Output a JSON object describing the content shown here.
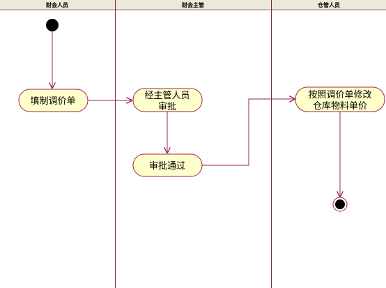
{
  "diagram": {
    "type": "uml-activity-swimlane",
    "colors": {
      "background": "#ffffff",
      "header_fill": "#ece9d8",
      "lane_border": "#7a1f3d",
      "flow_line": "#a0204f",
      "node_fill": "#ffffcc",
      "node_border": "#a0204f",
      "terminal": "#000000"
    },
    "lanes": [
      {
        "id": "finance-staff",
        "title": "财会人员"
      },
      {
        "id": "finance-supervisor",
        "title": "财会主管"
      },
      {
        "id": "warehouse-staff",
        "title": "仓管人员"
      }
    ],
    "nodes": [
      {
        "id": "start",
        "kind": "initial"
      },
      {
        "id": "fill-adjust-form",
        "kind": "activity",
        "lines": [
          "填制调价单"
        ]
      },
      {
        "id": "supervisor-approve",
        "kind": "activity",
        "lines": [
          "经主管人员",
          "审批"
        ]
      },
      {
        "id": "approved",
        "kind": "activity",
        "lines": [
          "审批通过"
        ]
      },
      {
        "id": "update-price",
        "kind": "activity",
        "lines": [
          "按照调价单修改",
          "仓库物料单价"
        ]
      },
      {
        "id": "end",
        "kind": "final"
      }
    ],
    "flows": [
      {
        "from": "start",
        "to": "fill-adjust-form"
      },
      {
        "from": "fill-adjust-form",
        "to": "supervisor-approve"
      },
      {
        "from": "supervisor-approve",
        "to": "approved"
      },
      {
        "from": "approved",
        "to": "update-price"
      },
      {
        "from": "update-price",
        "to": "end"
      }
    ]
  }
}
